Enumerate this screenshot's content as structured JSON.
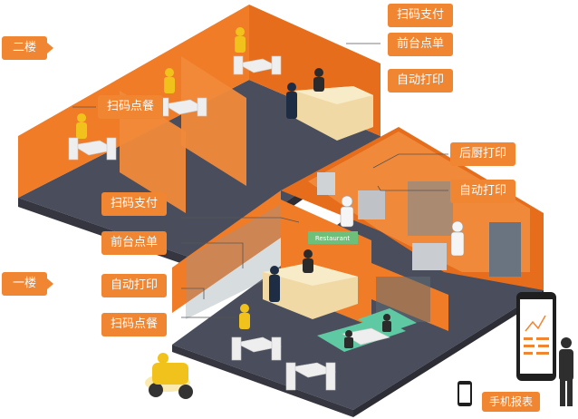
{
  "floors": {
    "second": "二楼",
    "first": "一楼"
  },
  "tags": {
    "f2_scan_pay": "扫码支付",
    "f2_front_desk": "前台点单",
    "f2_auto_print": "自动打印",
    "f2_scan_order": "扫码点餐",
    "kitchen_print": "后厨打印",
    "kitchen_auto_print": "自动打印",
    "f1_scan_pay": "扫码支付",
    "f1_front_desk": "前台点单",
    "f1_auto_print": "自动打印",
    "f1_scan_order": "扫码点餐"
  },
  "restaurant_sign": "Restaurant",
  "mobile_report": "手机报表",
  "colors": {
    "accent": "#f08532",
    "wall": "#f07c28",
    "floor": "#4a4d5c",
    "counter": "#f0d9a4",
    "sofa": "#5fc9a3"
  }
}
